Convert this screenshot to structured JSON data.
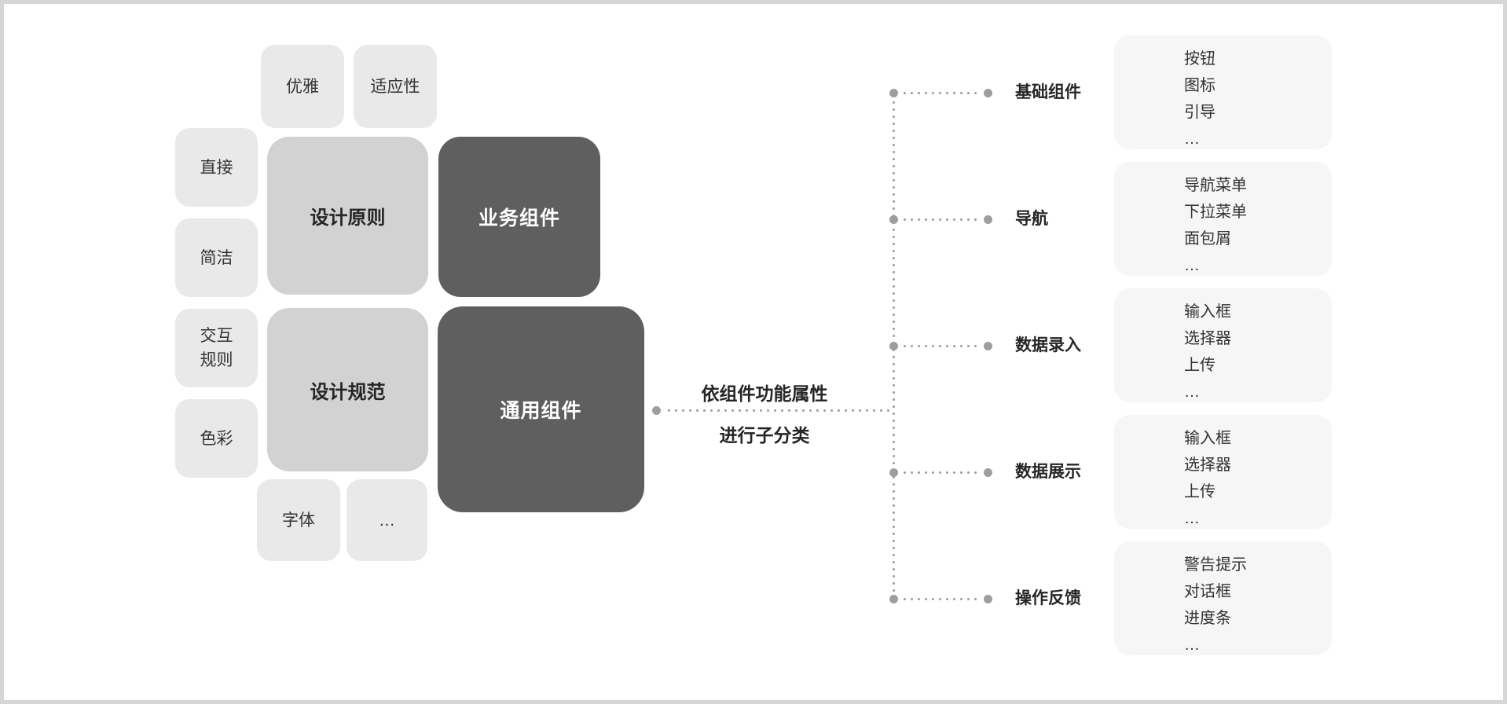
{
  "colors": {
    "page_border": "#d6d6d6",
    "box_light": "#e9e9e9",
    "box_medium": "#d2d2d2",
    "box_dark": "#5f5f5f",
    "box_list": "#f6f6f6",
    "dot": "#9e9e9e",
    "text_dark": "#262626",
    "text_body": "#333333",
    "text_on_dark": "#ffffff"
  },
  "cluster": {
    "tags": {
      "elegant": "优雅",
      "adaptive": "适应性",
      "direct": "直接",
      "concise": "简洁",
      "interaction_rules_line1": "交互",
      "interaction_rules_line2": "规则",
      "color": "色彩",
      "font": "字体",
      "more": "…"
    },
    "design_principles": "设计原则",
    "design_specs": "设计规范",
    "business_components": "业务组件",
    "general_components": "通用组件"
  },
  "connector": {
    "line1": "依组件功能属性",
    "line2": "进行子分类"
  },
  "tree": {
    "branches": [
      {
        "label": "基础组件",
        "items": [
          "按钮",
          "图标",
          "引导",
          "…"
        ]
      },
      {
        "label": "导航",
        "items": [
          "导航菜单",
          "下拉菜单",
          "面包屑",
          "…"
        ]
      },
      {
        "label": "数据录入",
        "items": [
          "输入框",
          "选择器",
          "上传",
          "…"
        ]
      },
      {
        "label": "数据展示",
        "items": [
          "输入框",
          "选择器",
          "上传",
          "…"
        ]
      },
      {
        "label": "操作反馈",
        "items": [
          "警告提示",
          "对话框",
          "进度条",
          "…"
        ]
      }
    ]
  }
}
